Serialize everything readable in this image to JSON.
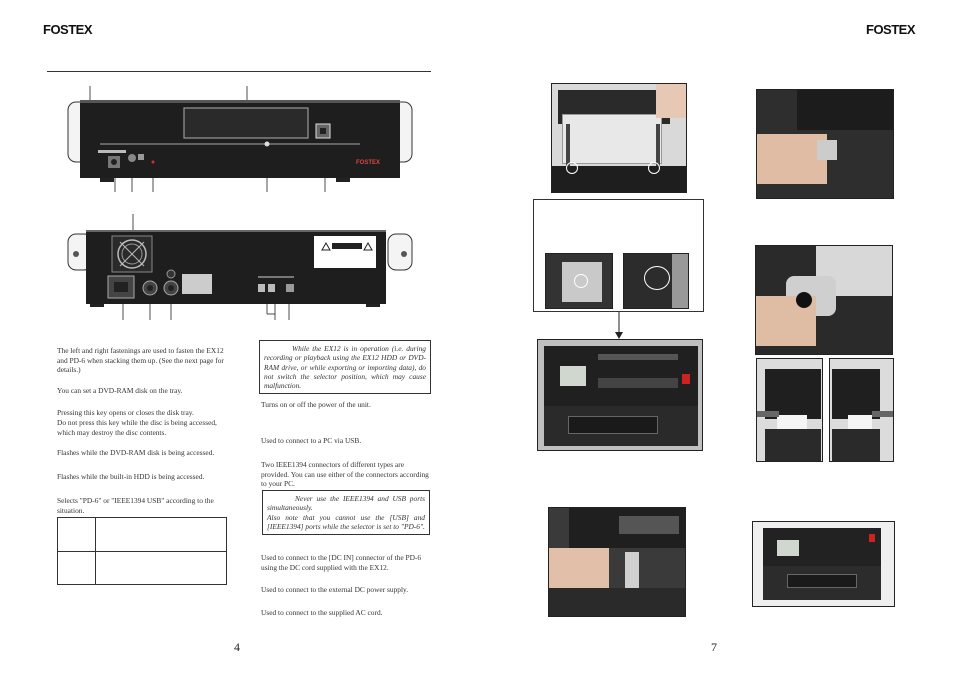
{
  "brand": "FOSTEX",
  "left_page": {
    "device_logo": "FOSTEX",
    "paragraphs": [
      "The left and right fastenings are used to fasten the EX12 and PD-6 when stacking them up. (See the next page for details.)",
      "You can set a DVD-RAM disk on the tray.",
      "Pressing this key opens or closes the disk tray.",
      "Do not press this key while the disc is being accessed, which may destroy the disc contents.",
      "Flashes while the DVD-RAM disk is being accessed.",
      "Flashes while the built-in HDD is being accessed.",
      "Selects \"PD-6\" or \"IEEE1394 USB\" according to the situation."
    ],
    "right_col": {
      "note1": "While the EX12 is in operation (i.e. during recording or playback using the EX12 HDD or DVD-RAM drive, or while exporting or importing data), do not switch the selector position, which may cause malfunction.",
      "p1": "Turns on or off the power of the unit.",
      "p2": "Used to connect to a PC via USB.",
      "p3": "Two IEEE1394 connectors of different types are provided. You can use either of the connectors according to your PC.",
      "note2a": "Never use the IEEE1394 and USB ports simultaneously.",
      "note2b": "Also note that you cannot use the [USB] and [IEEE1394] ports while the selector is set to \"PD-6\".",
      "p4": "Used to connect to the [DC IN] connector of the PD-6 using the DC cord supplied with the EX12.",
      "p5": "Used to connect to the external DC power supply.",
      "p6": "Used to connect to the supplied AC cord."
    },
    "page_number": "4"
  },
  "right_page": {
    "page_number": "7"
  }
}
